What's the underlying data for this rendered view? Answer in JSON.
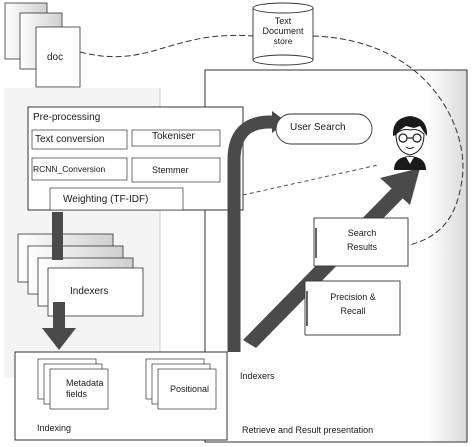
{
  "doc": {
    "label": "doc"
  },
  "store": {
    "line1": "Text",
    "line2": "Document",
    "line3": "store"
  },
  "preprocessing": {
    "title": "Pre-processing",
    "text_conversion": "Text conversion",
    "tokeniser": "Tokeniser",
    "rcnn_conversion": "RCNN_Conversion",
    "stemmer": "Stemmer",
    "weighting": "Weighting (TF-IDF)"
  },
  "indexers_stack": {
    "label": "Indexers"
  },
  "user_search": {
    "label": "User Search"
  },
  "search_results": {
    "line1": "Search",
    "line2": "Results"
  },
  "precision_recall": {
    "line1": "Precision &",
    "line2": "Recall"
  },
  "indexing_section": {
    "metadata_line1": "Metadata",
    "metadata_line2": "fields",
    "positional": "Positional",
    "indexers": "Indexers",
    "label": "Indexing"
  },
  "retrieve_label": "Retrieve and Result presentation",
  "user_icon": "user-avatar-icon"
}
